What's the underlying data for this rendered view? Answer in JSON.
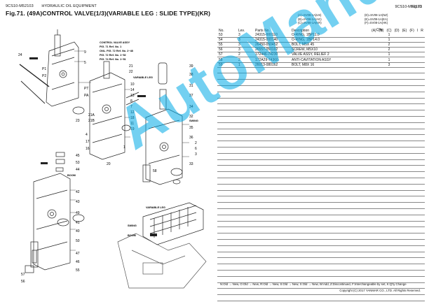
{
  "header": {
    "code": "9CS10-M52103",
    "section": "HYDRAULIC OIL EQUIPMENT",
    "title": "Fig.71.  (49A)CONTROL VALVE(1/3)(VARIABLE LEG : SLIDE TYPE)(KR)",
    "right_code": "9CS10-M52103",
    "right_fig": "Fig.71"
  },
  "applicability": {
    "left": [
      "(A)=SV08-1A(US)",
      "(B)=SV08-1A(AG)",
      "(C)=SV08-1A(KR)"
    ],
    "right": [
      "(D)=SV08-1A(NZ)",
      "(E)=SV08-1A(EA)",
      "(F)=SV08-1A(HK)"
    ]
  },
  "table": {
    "headers": {
      "no": "No.",
      "lev": "Lev.",
      "pn": "Parts No.",
      "desc": "Description",
      "qty": "Q'ty",
      "i": "I",
      "r": "R"
    },
    "qty_cols": [
      "(A)",
      "(B)",
      "(C)",
      "(D)",
      "(E)",
      "(F)"
    ],
    "rows": [
      {
        "no": "53",
        "lev": "3",
        "pn": "24315-000110",
        "desc": "O-RING, 1BP11.0",
        "qty": "1"
      },
      {
        "no": "54",
        "lev": "3",
        "pn": "24315-000140",
        "desc": "O-RING, 1BP14.0",
        "qty": "1"
      },
      {
        "no": "55",
        "lev": "3",
        "pn": "26450-050452",
        "desc": "BOLT, M5X 45",
        "qty": "2"
      },
      {
        "no": "56",
        "lev": "3",
        "pn": "26557-050102",
        "desc": "SCREW, M5X10",
        "qty": "2"
      },
      {
        "no": "57",
        "lev": "2",
        "pn": "172446-74230",
        "desc": "VALVE ASSY, RELIEF 2",
        "qty": "1"
      },
      {
        "no": "58",
        "lev": "2",
        "pn": "172A29-74360",
        "desc": "ANTI-CAVITATION ASSY",
        "qty": "1"
      },
      {
        "no": "59",
        "lev": "1",
        "pn": "26013-080162",
        "desc": "BOLT, M8X 16",
        "qty": "3"
      }
    ]
  },
  "footer": {
    "legend": "N:Old → New, O:Old → New, R:Old → New, S:Old → New, X:Old → New, W:Add, Z:Discontinued, F:Interchangeable by set, K:Q'ty Change",
    "copyright": "Copyright (C) 2017 YANMAR CO., LTD. All Rights Reserved."
  },
  "drawing": {
    "note_title": "CONTROL VALVE ASSY",
    "note_lines": [
      "FIG. 71 Ref. No. 1",
      "ONL. FIG. 72 Ref. No. 2~48",
      "FIG. 72 Ref. No. 1~52",
      "FIG. 74 Ref. No. 1~51"
    ],
    "variable_leg": "VARIABLE LEG",
    "swing": "SWING",
    "boom": "BOOM",
    "callouts": [
      "24",
      "9",
      "5",
      "21",
      "22",
      "10",
      "14",
      "13",
      "8",
      "7",
      "12",
      "18",
      "11",
      "19",
      "21A",
      "21B",
      "4",
      "17",
      "16",
      "20",
      "1",
      "23",
      "2",
      "6",
      "3",
      "39",
      "38",
      "31",
      "37",
      "34",
      "32",
      "35",
      "36",
      "33",
      "45",
      "53",
      "44",
      "42",
      "43",
      "49",
      "41",
      "40",
      "50",
      "58",
      "47",
      "46",
      "55",
      "57",
      "56",
      "P1",
      "P2",
      "PT",
      "PA"
    ]
  },
  "watermark": "AutoManual"
}
